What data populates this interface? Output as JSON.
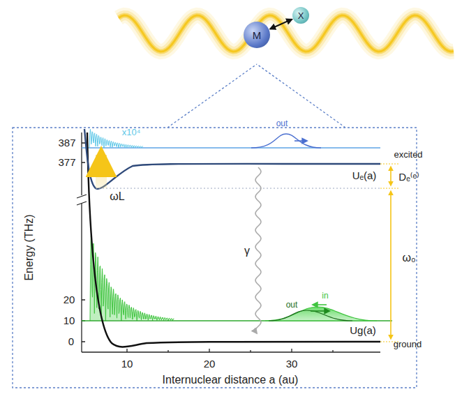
{
  "diagram": {
    "nodes": [
      {
        "text": [
          "M"
        ]
      },
      {
        "text": [
          "X"
        ]
      }
    ],
    "edges": [
      {
        "from": 0,
        "to": 1,
        "arrow": "both"
      }
    ],
    "labels": [
      "Energy (THz)",
      "387",
      "377",
      "20",
      "10",
      "0",
      "x10⁴",
      "out",
      "excited",
      "Uₑ(a)",
      "Dₑ⁽ᵉ⁾",
      "ωL",
      "γ",
      "ω₀",
      "in",
      "out",
      "Ug(a)",
      "ground",
      "10",
      "20",
      "30",
      "Internuclear distance a (au)"
    ]
  }
}
